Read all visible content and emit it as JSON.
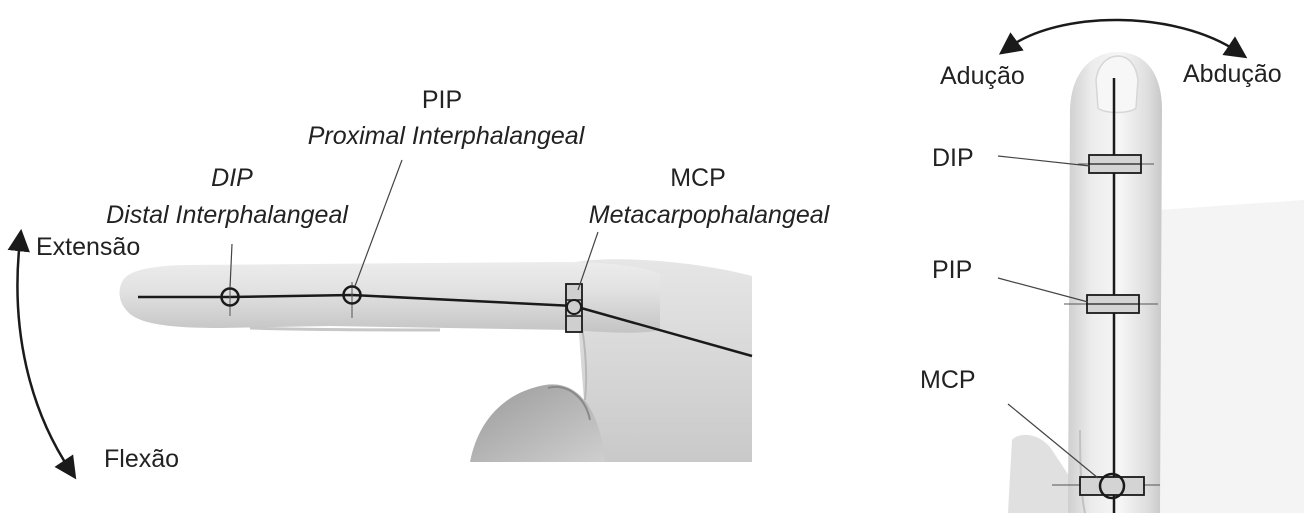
{
  "colors": {
    "line": "#1a1a1a",
    "skin_light": "#f3f3f3",
    "skin_mid": "#dcdcdc",
    "skin_dark": "#bdbdbd",
    "text": "#222222"
  },
  "side_view": {
    "pip_abbr": "PIP",
    "pip_full": "Proximal Interphalangeal",
    "dip_abbr": "DIP",
    "dip_full": "Distal Interphalangeal",
    "mcp_abbr": "MCP",
    "mcp_full": "Metacarpophalangeal",
    "extension_label": "Extensão",
    "flexion_label": "Flexão"
  },
  "front_view": {
    "adduction_label": "Adução",
    "abduction_label": "Abdução",
    "dip_label": "DIP",
    "pip_label": "PIP",
    "mcp_label": "MCP"
  }
}
